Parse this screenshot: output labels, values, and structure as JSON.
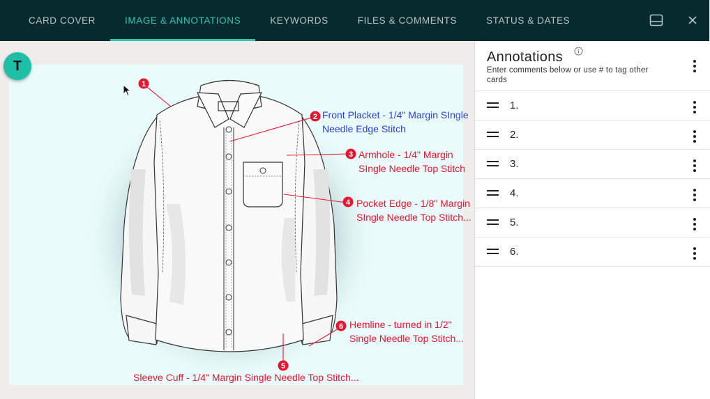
{
  "tabs": [
    {
      "label": "CARD COVER",
      "active": false
    },
    {
      "label": "IMAGE & ANNOTATIONS",
      "active": true
    },
    {
      "label": "KEYWORDS",
      "active": false
    },
    {
      "label": "FILES & COMMENTS",
      "active": false
    },
    {
      "label": "STATUS & DATES",
      "active": false
    }
  ],
  "toolbar": {
    "layout_icon": "panel-layout-icon",
    "close_icon": "close-icon"
  },
  "avatar": {
    "initial": "T"
  },
  "image": {
    "callouts": [
      {
        "number": "1",
        "lines": []
      },
      {
        "number": "2",
        "lines": [
          "Front Placket - 1/4\" Margin SIngle",
          "Needle Edge Stitch"
        ]
      },
      {
        "number": "3",
        "lines": [
          "Armhole - 1/4\" Margin",
          "SIngle Needle Top Stitch"
        ]
      },
      {
        "number": "4",
        "lines": [
          "Pocket Edge - 1/8\" Margin",
          "SIngle Needle Top Stitch..."
        ]
      },
      {
        "number": "5",
        "lines": [
          "Sleeve Cuff - 1/4\" Margin Single Needle Top Stitch..."
        ]
      },
      {
        "number": "6",
        "lines": [
          "Hemline - turned in 1/2\"",
          "Single Needle Top Stitch..."
        ]
      }
    ]
  },
  "panel": {
    "title": "Annotations",
    "subtitle": "Enter comments below or use # to tag other cards",
    "annotations": [
      {
        "label": "1."
      },
      {
        "label": "2."
      },
      {
        "label": "3."
      },
      {
        "label": "4."
      },
      {
        "label": "5."
      },
      {
        "label": "6."
      }
    ]
  },
  "colors": {
    "topbar": "#062a2e",
    "accent": "#2ec4b2",
    "callout_blue": "#2a3fe0",
    "callout_red": "#e8162e"
  }
}
